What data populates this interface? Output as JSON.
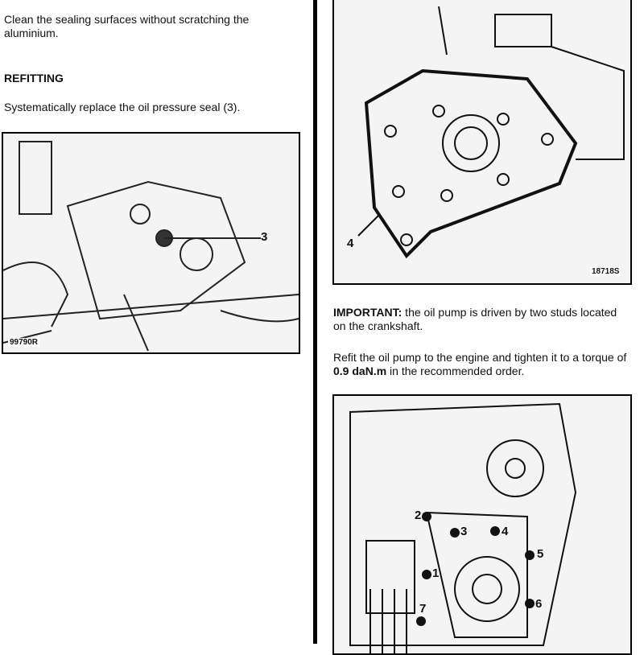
{
  "left": {
    "para1": "Clean the sealing surfaces without scratching the aluminium.",
    "heading": "REFITTING",
    "para2": "Systematically replace the oil pressure seal (3).",
    "figure": {
      "ref": "99790R",
      "callout": "3"
    }
  },
  "right": {
    "figure_top": {
      "ref": "18718S",
      "callout": "4"
    },
    "important_label": "IMPORTANT:",
    "important_text": " the oil pump is driven by two studs located on the crankshaft.",
    "refit_text_1": "Refit the oil pump to the engine and tighten it to a torque of ",
    "torque": "0.9 daN.m",
    "refit_text_2": " in the recommended order.",
    "figure_bottom": {
      "callouts": [
        "1",
        "2",
        "3",
        "4",
        "5",
        "6",
        "7"
      ]
    }
  }
}
